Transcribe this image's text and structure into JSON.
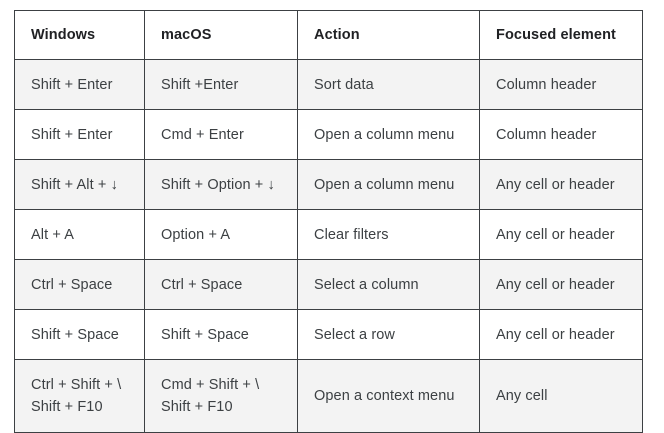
{
  "table": {
    "columns": [
      "Windows",
      "macOS",
      "Action",
      "Focused element"
    ],
    "rows": [
      {
        "windows": [
          "Shift + Enter"
        ],
        "macos": [
          "Shift +Enter"
        ],
        "action": "Sort data",
        "focused": "Column header",
        "shaded": true
      },
      {
        "windows": [
          "Shift + Enter"
        ],
        "macos": [
          "Cmd + Enter"
        ],
        "action": "Open a column menu",
        "focused": "Column header",
        "shaded": false
      },
      {
        "windows": [
          "Shift + Alt + ↓"
        ],
        "macos": [
          "Shift + Option + ↓"
        ],
        "action": "Open a column menu",
        "focused": "Any cell or header",
        "shaded": true
      },
      {
        "windows": [
          "Alt + A"
        ],
        "macos": [
          "Option + A"
        ],
        "action": "Clear filters",
        "focused": "Any cell or header",
        "shaded": false
      },
      {
        "windows": [
          "Ctrl + Space"
        ],
        "macos": [
          "Ctrl + Space"
        ],
        "action": "Select a column",
        "focused": "Any cell or header",
        "shaded": true
      },
      {
        "windows": [
          "Shift + Space"
        ],
        "macos": [
          "Shift + Space"
        ],
        "action": "Select a row",
        "focused": "Any cell or header",
        "shaded": false
      },
      {
        "windows": [
          "Ctrl + Shift + \\",
          "Shift + F10"
        ],
        "macos": [
          "Cmd + Shift + \\",
          "Shift + F10"
        ],
        "action": "Open a context menu",
        "focused": "Any cell",
        "shaded": true
      }
    ]
  },
  "colors": {
    "border": "#3c4043",
    "text": "#3c4043",
    "header_text": "#202124",
    "shaded_row": "#f3f3f3",
    "background": "#ffffff"
  }
}
